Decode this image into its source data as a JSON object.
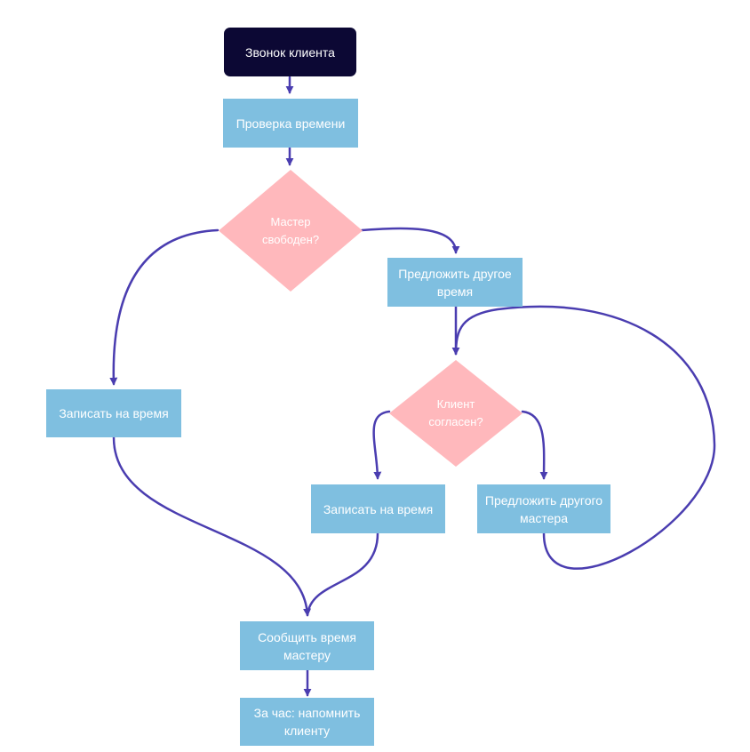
{
  "colors": {
    "start_fill": "#0c0834",
    "process_fill": "#7fbfe0",
    "decision_fill": "#ffb8bc",
    "connector": "#4a3db0",
    "text": "#ffffff"
  },
  "nodes": {
    "start": {
      "label": "Звонок клиента"
    },
    "check_time": {
      "label": "Проверка времени"
    },
    "master_free": {
      "label": "Мастер свободен?"
    },
    "offer_other_time": {
      "label": "Предложить другое время"
    },
    "book_time_left": {
      "label": "Записать на время"
    },
    "client_agrees": {
      "label": "Клиент согласен?"
    },
    "book_time_mid": {
      "label": "Записать на время"
    },
    "offer_other_master": {
      "label": "Предложить другого мастера"
    },
    "notify_master": {
      "label": "Сообщить время мастеру"
    },
    "remind_client": {
      "label": "За час: напомнить клиенту"
    }
  }
}
